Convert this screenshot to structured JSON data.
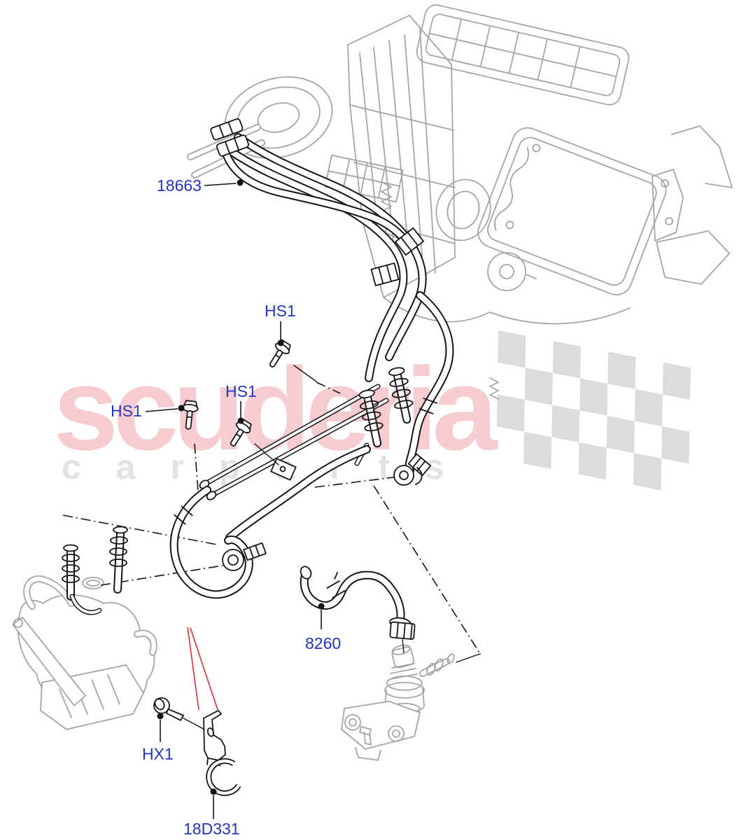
{
  "watermark": {
    "brand": "scuderia",
    "subtitle": "c a r p a r t s"
  },
  "callouts": {
    "items": [
      {
        "id": "18663",
        "text": "18663"
      },
      {
        "id": "hs1-top",
        "text": "HS1"
      },
      {
        "id": "hs1-mid",
        "text": "HS1"
      },
      {
        "id": "hs1-left",
        "text": "HS1"
      },
      {
        "id": "8260",
        "text": "8260"
      },
      {
        "id": "hx1",
        "text": "HX1"
      },
      {
        "id": "18d331",
        "text": "18D331"
      }
    ]
  },
  "colors": {
    "label_blue": "#2433c7",
    "part_ink": "#161616",
    "context_ink": "#a5a5a5",
    "pointer_red": "#d93030",
    "watermark_pink": "#f6ccd0",
    "watermark_gray": "#e2e2e2",
    "flag_gray": "#dcdcdc",
    "background": "#ffffff"
  }
}
